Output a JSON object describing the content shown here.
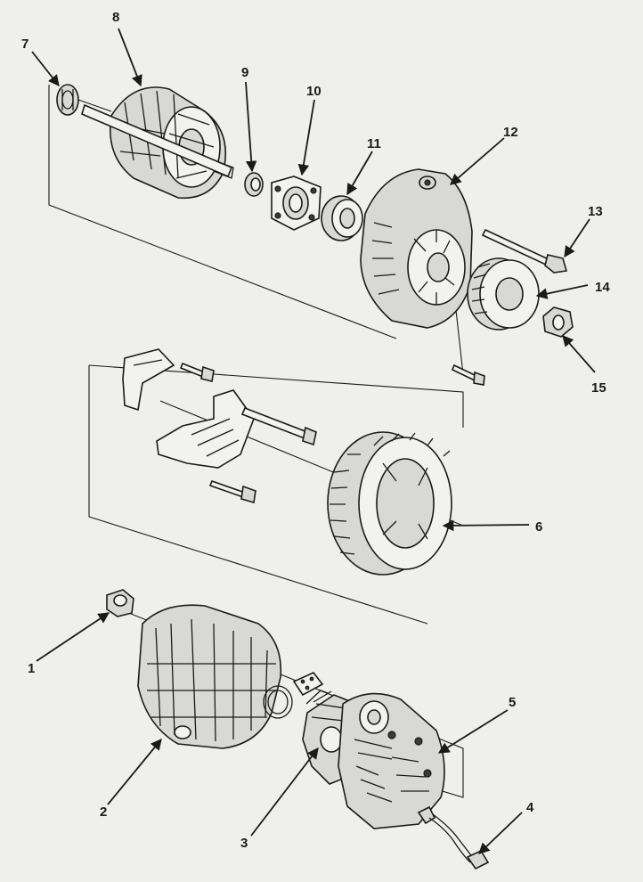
{
  "diagram": {
    "callouts": [
      {
        "id": "1",
        "label": "1"
      },
      {
        "id": "2",
        "label": "2"
      },
      {
        "id": "3",
        "label": "3"
      },
      {
        "id": "4",
        "label": "4"
      },
      {
        "id": "5",
        "label": "5"
      },
      {
        "id": "6",
        "label": "6"
      },
      {
        "id": "7",
        "label": "7"
      },
      {
        "id": "8",
        "label": "8"
      },
      {
        "id": "9",
        "label": "9"
      },
      {
        "id": "10",
        "label": "10"
      },
      {
        "id": "11",
        "label": "11"
      },
      {
        "id": "12",
        "label": "12"
      },
      {
        "id": "13",
        "label": "13"
      },
      {
        "id": "14",
        "label": "14"
      },
      {
        "id": "15",
        "label": "15"
      }
    ],
    "colors": {
      "ink": "#1a1a1a",
      "paper": "#efefed",
      "shade": "#d8d8d6"
    }
  }
}
